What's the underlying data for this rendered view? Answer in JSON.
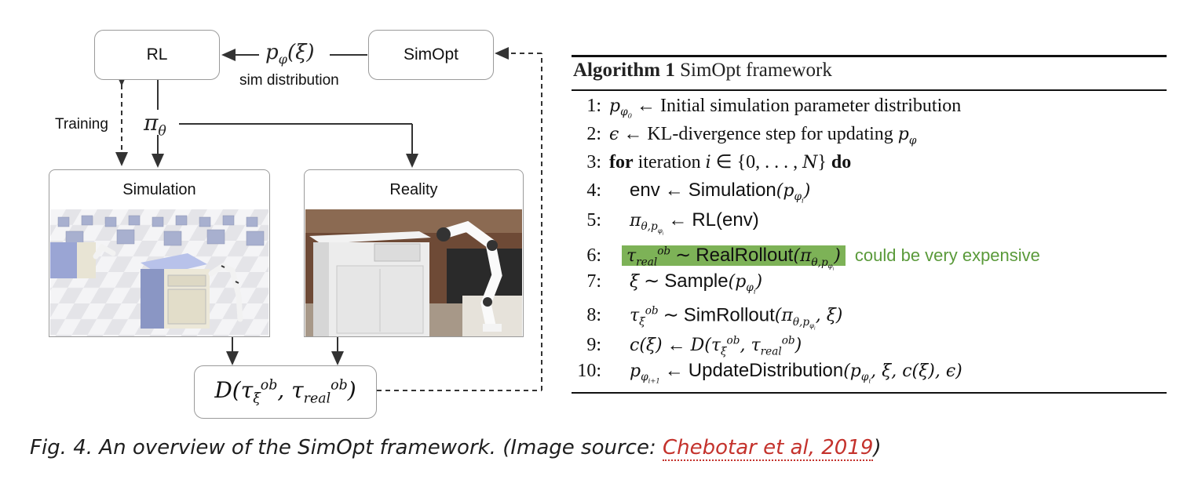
{
  "diagram": {
    "rl_label": "RL",
    "simopt_label": "SimOpt",
    "sim_distribution_label": "sim distribution",
    "training_label": "Training",
    "simulation_label": "Simulation",
    "reality_label": "Reality"
  },
  "algorithm": {
    "title": "Algorithm 1",
    "title_rest": "SimOpt framework",
    "line1_text": "Initial simulation parameter distribution",
    "line2_text": "KL-divergence step for updating",
    "line3_for": "for",
    "line3_iteration": "iteration",
    "line3_do": "do",
    "line4_env": "env",
    "line4_fn": "Simulation",
    "line5_fn": "RL(env)",
    "line6_fn": "RealRollout",
    "line6_note": "could be very expensive",
    "line7_fn": "Sample",
    "line8_fn": "SimRollout",
    "line10_fn": "UpdateDistribution"
  },
  "caption": {
    "text": "Fig. 4. An overview of the SimOpt framework. (Image source: ",
    "link": "Chebotar et al, 2019",
    "close": ")"
  },
  "colors": {
    "highlight": "#7db257",
    "note": "#5a9a3a",
    "link": "#c4322c"
  }
}
